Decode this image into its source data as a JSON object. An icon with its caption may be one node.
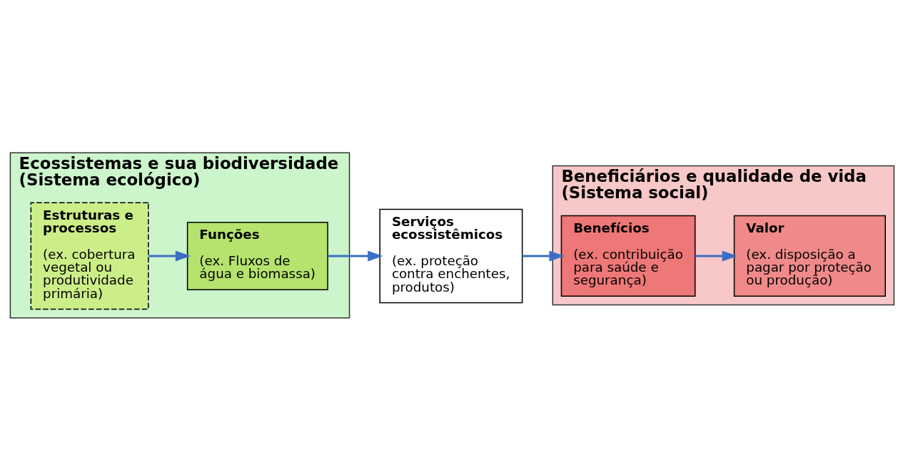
{
  "diagram": {
    "nodes": [
      {
        "text": [
          "Ecossistemas e sua biodiversidade (Sistema ecológico)"
        ]
      },
      {
        "text": [
          "Estruturas e processos",
          "(ex. cobertura vegetal ou produtividade primária)"
        ],
        "in": 0
      },
      {
        "text": [
          "Funções",
          "(ex. Fluxos de água e biomassa)"
        ],
        "in": 0
      },
      {
        "text": [
          "Serviços ecossistêmicos",
          "(ex. proteção contra enchentes, produtos)"
        ]
      },
      {
        "text": [
          "Beneficiários e qualidade de vida (Sistema social)"
        ]
      },
      {
        "text": [
          "Benefícios",
          "(ex. contribuição para saúde e segurança)"
        ],
        "in": 4
      },
      {
        "text": [
          "Valor",
          "(ex. disposição a pagar por proteção ou produção)"
        ],
        "in": 4
      }
    ],
    "edges": [
      {
        "from": 1,
        "to": 2,
        "arrow": "to"
      },
      {
        "from": 2,
        "to": 3,
        "arrow": "to"
      },
      {
        "from": 3,
        "to": 5,
        "arrow": "to"
      },
      {
        "from": 5,
        "to": 6,
        "arrow": "to"
      }
    ]
  }
}
